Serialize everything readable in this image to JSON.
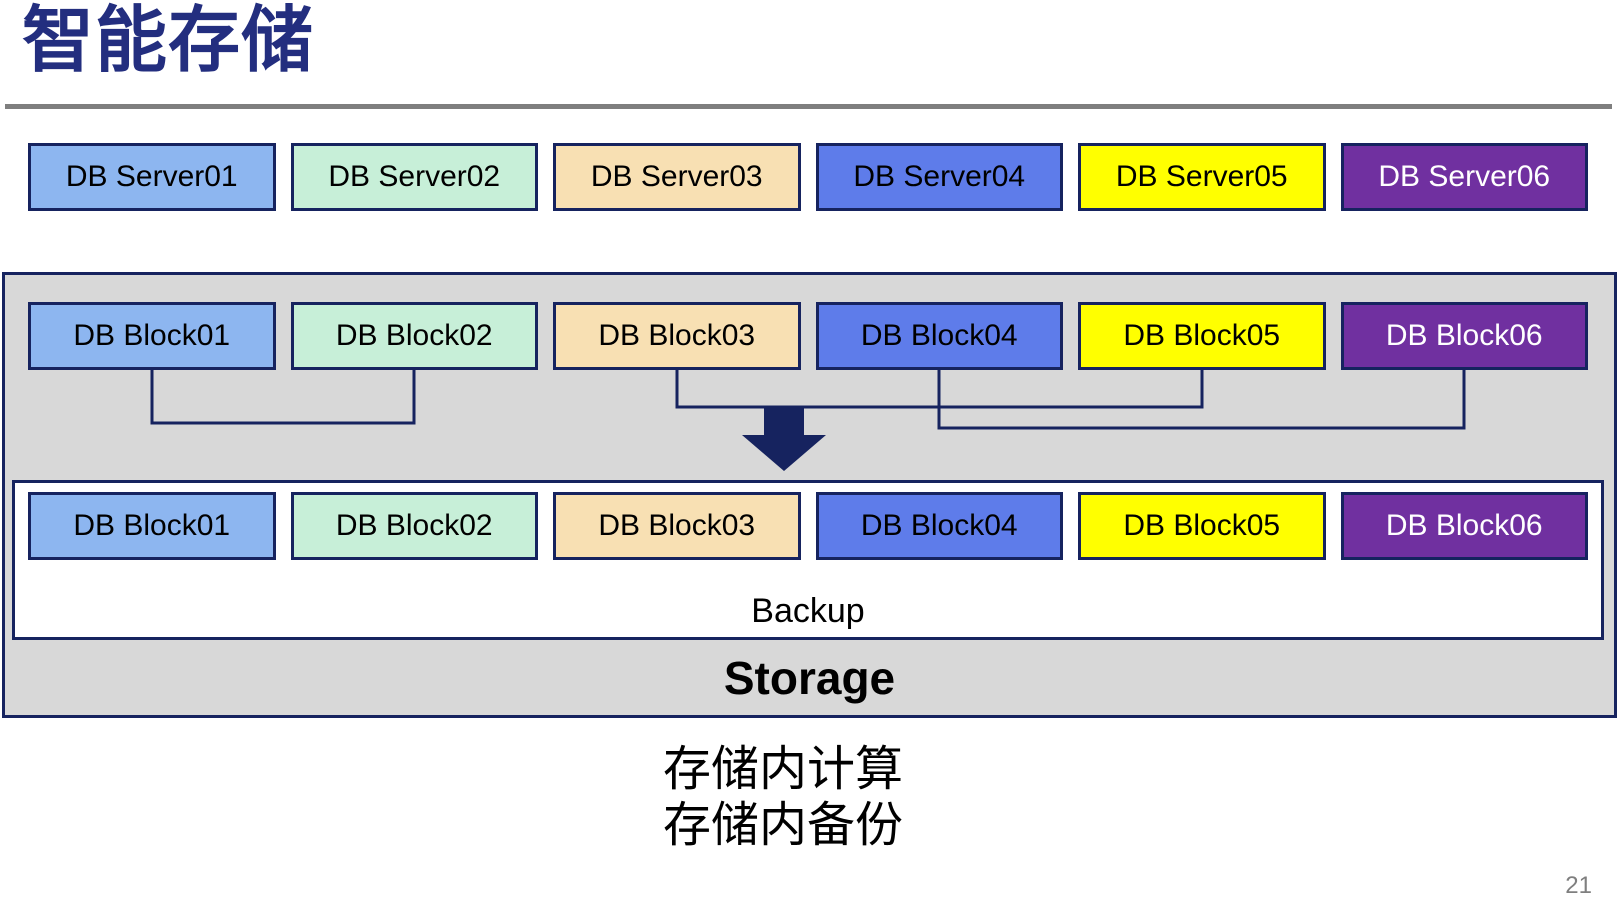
{
  "slide": {
    "title": "智能存储",
    "caption_line1": "存储内计算",
    "caption_line2": "存储内备份",
    "page_number": "21"
  },
  "colors": {
    "title": "#232E7F",
    "border": "#16235F",
    "container_bg": "#D8D8D8",
    "divider": "#7F7F7F",
    "backup_bg": "#FFFFFF",
    "text": "#000000",
    "page_number": "#7F7F7F",
    "arrow": "#16235F"
  },
  "box_styles": [
    {
      "bg": "#8DB6F0",
      "fg": "#000000"
    },
    {
      "bg": "#C7EFD8",
      "fg": "#000000"
    },
    {
      "bg": "#F8E0B3",
      "fg": "#000000"
    },
    {
      "bg": "#5E7CEA",
      "fg": "#000000"
    },
    {
      "bg": "#FFFF00",
      "fg": "#000000"
    },
    {
      "bg": "#7030A0",
      "fg": "#FFFFFF"
    }
  ],
  "server_row": [
    {
      "label": "DB Server01"
    },
    {
      "label": "DB Server02"
    },
    {
      "label": "DB Server03"
    },
    {
      "label": "DB Server04"
    },
    {
      "label": "DB Server05"
    },
    {
      "label": "DB Server06"
    }
  ],
  "storage": {
    "block_row_top": [
      {
        "label": "DB Block01"
      },
      {
        "label": "DB Block02"
      },
      {
        "label": "DB Block03"
      },
      {
        "label": "DB Block04"
      },
      {
        "label": "DB Block05"
      },
      {
        "label": "DB Block06"
      }
    ],
    "block_row_bottom": [
      {
        "label": "DB Block01"
      },
      {
        "label": "DB Block02"
      },
      {
        "label": "DB Block03"
      },
      {
        "label": "DB Block04"
      },
      {
        "label": "DB Block05"
      },
      {
        "label": "DB Block06"
      }
    ],
    "backup_label": "Backup",
    "storage_label": "Storage"
  }
}
